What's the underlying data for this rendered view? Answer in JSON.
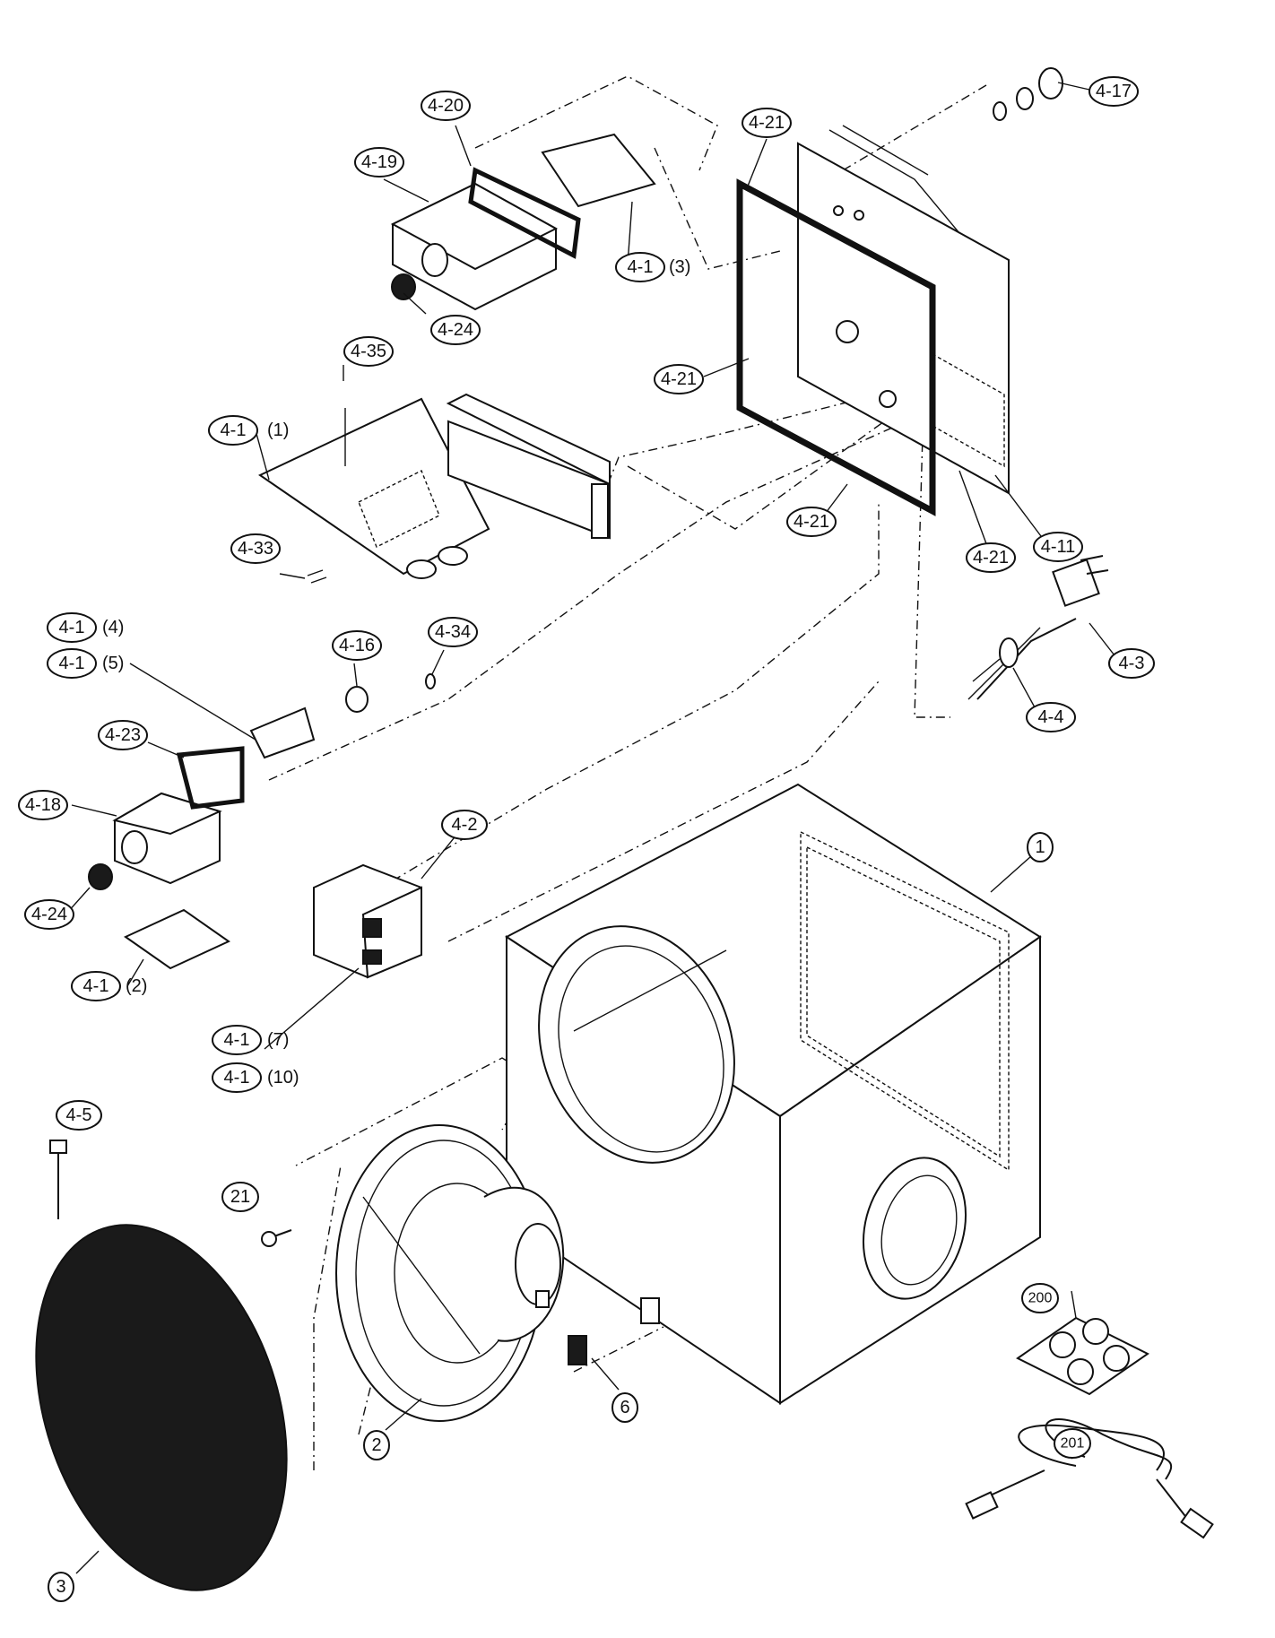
{
  "callouts": {
    "c4_17": "4-17",
    "c4_20": "4-20",
    "c4_19": "4-19",
    "c4_21a": "4-21",
    "c4_1_3": "4-1",
    "c4_24a": "4-24",
    "c4_35": "4-35",
    "c4_21b": "4-21",
    "c4_1_1": "4-1",
    "c4_21c": "4-21",
    "c4_21d": "4-21",
    "c4_11": "4-11",
    "c4_33": "4-33",
    "c4_3": "4-3",
    "c4_1_4": "4-1",
    "c4_1_5": "4-1",
    "c4_16": "4-16",
    "c4_34": "4-34",
    "c4_4": "4-4",
    "c4_23": "4-23",
    "c4_18": "4-18",
    "c4_2": "4-2",
    "c1": "1",
    "c4_24b": "4-24",
    "c4_1_2": "4-1",
    "c4_1_7": "4-1",
    "c4_1_10": "4-1",
    "c4_5": "4-5",
    "c21": "21",
    "c200": "200",
    "c6": "6",
    "c2": "2",
    "c201": "201",
    "c3": "3"
  },
  "subs": {
    "s3": "(3)",
    "s1": "(1)",
    "s4": "(4)",
    "s5": "(5)",
    "s2": "(2)",
    "s7": "(7)",
    "s10": "(10)"
  }
}
